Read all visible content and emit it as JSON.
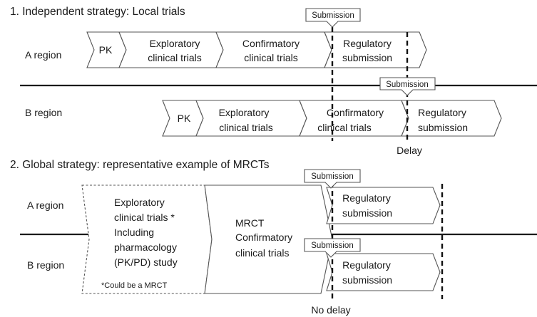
{
  "section1": {
    "title": "1. Independent strategy: Local trials",
    "region_a": "A region",
    "region_b": "B region",
    "a_pk": "PK",
    "a_exploratory": [
      "Exploratory",
      "clinical trials"
    ],
    "a_confirmatory": [
      "Confirmatory",
      "clinical trials"
    ],
    "a_regulatory": [
      "Regulatory",
      "submission"
    ],
    "b_pk": "PK",
    "b_exploratory": [
      "Exploratory",
      "clinical trials"
    ],
    "b_confirmatory": [
      "Confirmatory",
      "clinical trials"
    ],
    "b_regulatory": [
      "Regulatory",
      "submission"
    ],
    "submission_a": "Submission",
    "submission_b": "Submission",
    "delay": "Delay"
  },
  "section2": {
    "title": "2. Global strategy: representative example of MRCTs",
    "region_a": "A region",
    "region_b": "B region",
    "exploratory": [
      "Exploratory",
      "clinical trials *",
      "Including",
      "pharmacology",
      "(PK/PD) study"
    ],
    "note": "*Could be a MRCT",
    "mrct": [
      "MRCT",
      "Confirmatory",
      "clinical trials"
    ],
    "a_regulatory": [
      "Regulatory",
      "submission"
    ],
    "b_regulatory": [
      "Regulatory",
      "submission"
    ],
    "submission_a": "Submission",
    "submission_b": "Submission",
    "no_delay": "No delay"
  }
}
